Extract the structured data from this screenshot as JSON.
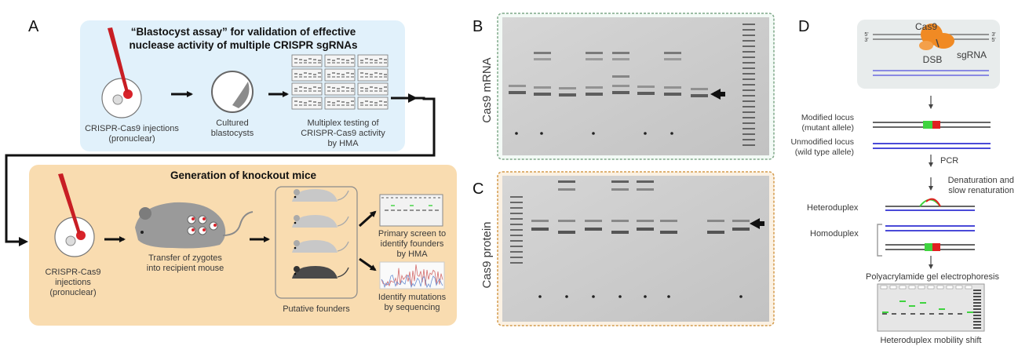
{
  "panels": {
    "A": "A",
    "B": "B",
    "C": "C",
    "D": "D"
  },
  "panel_a": {
    "top": {
      "title_line1": "“Blastocyst assay” for validation of effective",
      "title_line2": "nuclease activity of multiple CRISPR sgRNAs",
      "injection_line1": "CRISPR-Cas9 injections",
      "injection_line2": "(pronuclear)",
      "cultured_line1": "Cultured",
      "cultured_line2": "blastocysts",
      "multiplex_line1": "Multiplex testing of",
      "multiplex_line2": "CRISPR-Cas9 activity",
      "multiplex_line3": "by HMA"
    },
    "bottom": {
      "title": "Generation of knockout mice",
      "injection_line1": "CRISPR-Cas9",
      "injection_line2": "injections",
      "injection_line3": "(pronuclear)",
      "transfer_line1": "Transfer of zygotes",
      "transfer_line2": "into recipient mouse",
      "founders": "Putative founders",
      "screen_line1": "Primary screen to",
      "screen_line2": "identify founders",
      "screen_line3": "by HMA",
      "seq_line1": "Identify mutations",
      "seq_line2": "by sequencing"
    }
  },
  "panel_b": {
    "ylabel": "Cas9 mRNA"
  },
  "panel_c": {
    "ylabel": "Cas9 protein"
  },
  "panel_d": {
    "cas9": "Cas9",
    "dsb": "DSB",
    "sgrna": "sgRNA",
    "modified_line1": "Modified locus",
    "modified_line2": "(mutant allele)",
    "unmodified_line1": "Unmodified locus",
    "unmodified_line2": "(wild type allele)",
    "pcr": "PCR",
    "denat_line1": "Denaturation and",
    "denat_line2": "slow renaturation",
    "heteroduplex": "Heteroduplex",
    "homoduplex": "Homoduplex",
    "page": "Polyacrylamide gel electrophoresis",
    "shift": "Heteroduplex mobility shift",
    "prime5": "5'",
    "prime3": "3'"
  },
  "colors": {
    "top_box": "#e1f1fb",
    "bottom_box": "#f9dcb0",
    "cas9": "#f08a24",
    "allele_blue": "#4a4ad8",
    "mutation_green": "#3fd33f",
    "mutation_red": "#e02020",
    "gel": "#c8c8c8"
  }
}
